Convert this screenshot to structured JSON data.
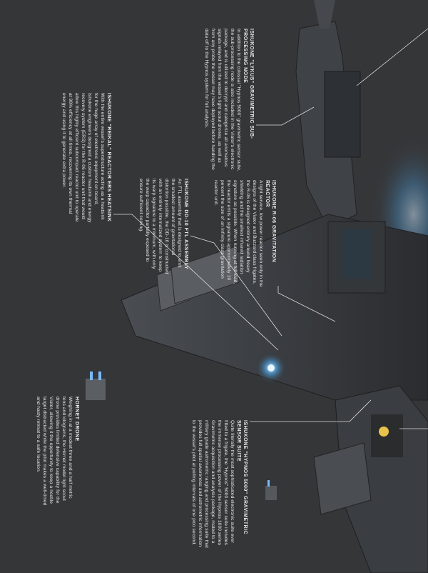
{
  "callouts": [
    {
      "title": "ISHUKONE \"LYKUS\" GRAVIMETRIC SUB-PROCESSING NODE",
      "body": "In addition to the colossal \"Hypnos 5000\" gravimetric sensor suite, the sub-processing node is also included in the Viator's electronic package, and is utilized to decrypt and categorize all anomalous signals relayed from the vessel's light scout drones, as well as from any probe the vessel may have deployed before handing the data off to the Hypnos system for full analysis."
    },
    {
      "title": "ISHUKONE R-06 GRAVITATION REACTOR",
      "body": "A light service, low power reactor seen only in the designs of the Viator and Buzzard class frigates, the R-06 is designed entirely around heavy shielding and the smallest infrared radiation signature as possible. When running at full load, the reactor emits a signature approximately 10 percent the size of an Infinity class gravitation reactor unit."
    },
    {
      "title": "ISHUKONE DD-10 FTL ASSEMBLY",
      "body": "An FTL assembly that is designed to emit the smallest amount of gravitational distortion possible, the DD-10 is constructed with an entirely internalized system to keep its warp signature to a minimum, with only the warp capacitor partially exposed to ensure sufficient cooling."
    },
    {
      "title": "ISHUKONE \"REIKAL\" REACTOR ERS HEATSINK",
      "body": "With the entire vessel's superstructure acting as a heatsink for the huge array of electronic equipment on board, Ishukone engineers designed a custom heatsink and energy recovery system (ERS) for the R-06 reactor unit that would allow this highly efficient subcompact reactor unit to operate at 98% efficiency at all times, recovering its own thermal energy and using it to generate extra power."
    },
    {
      "title": "HORNET DRONE",
      "body": "Weighing in at a modest three and a half metric tons and kilograms, the Hornet model light scout drone provides limited defensive capability for the Viator, allowing it the opportunity to keep a hostile target distracted while the pilot makes a well-timed and hasty retreat to a safe location."
    },
    {
      "title": "ISHUKONE \"HYPNOS 5000\" GRAVIMETRIC SENSOR SUITE",
      "body": "Quite literally the most sophisticated electronic suite ever fitted to a frigate, the \"Hypnos\" 5000 sensor suite includes the immense processing power of the Hypnos 1000 series Gravimetric acquisition and analysis package, mated to a military grade astrometric ranging and processing suite that provides full spatial awareness and astrometric information to the vessel's pilot at polling intervals of one pico second."
    }
  ]
}
